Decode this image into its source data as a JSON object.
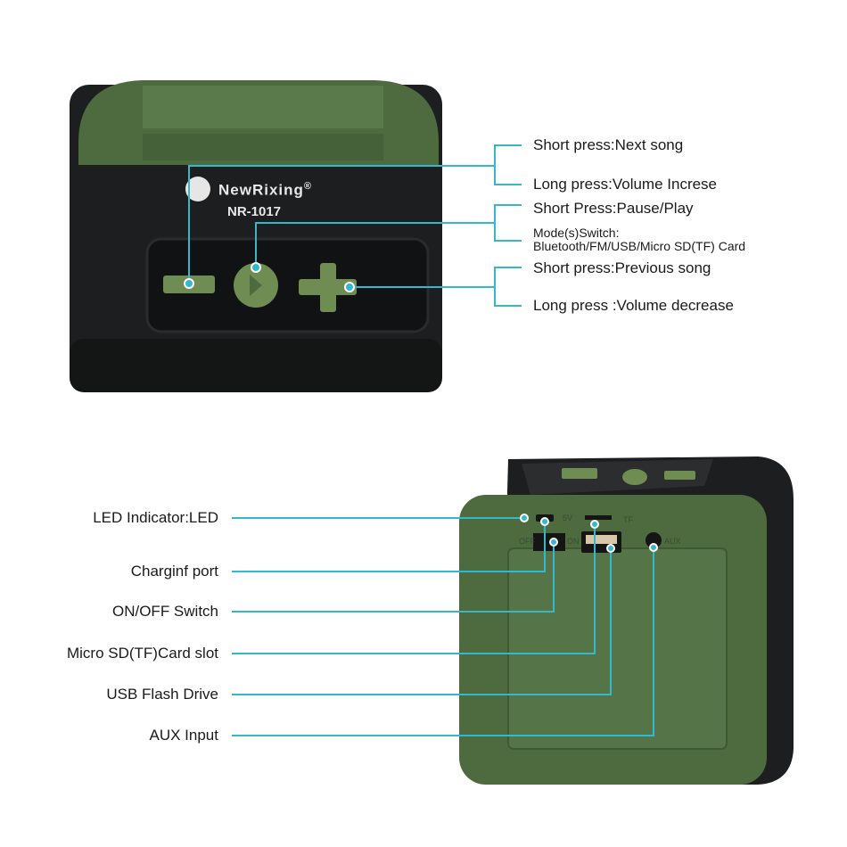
{
  "product": {
    "brand": "NewRixing",
    "registered_mark": "®",
    "model": "NR-1017"
  },
  "top_callouts": [
    {
      "text": "Short press:Next song"
    },
    {
      "text": "Long press:Volume Increse"
    },
    {
      "text": "Short Press:Pause/Play"
    },
    {
      "text": "Mode(s)Switch:",
      "text2": "Bluetooth/FM/USB/Micro SD(TF) Card"
    },
    {
      "text": "Short press:Previous song"
    },
    {
      "text": "Long press :Volume decrease"
    }
  ],
  "bottom_callouts": [
    {
      "text": "LED Indicator:LED"
    },
    {
      "text": "Charginf port"
    },
    {
      "text": "ON/OFF Switch"
    },
    {
      "text": "Micro SD(TF)Card slot"
    },
    {
      "text": "USB Flash Drive"
    },
    {
      "text": "AUX Input"
    }
  ],
  "port_labels": {
    "power": "5V",
    "tf": "TF",
    "off": "OFF",
    "on": "ON",
    "aux": "AUX"
  },
  "colors": {
    "callout_line": "#35b8cc",
    "body": "#1c1d1e",
    "green": "#4d6b3f",
    "button_green": "#6f8d52"
  }
}
